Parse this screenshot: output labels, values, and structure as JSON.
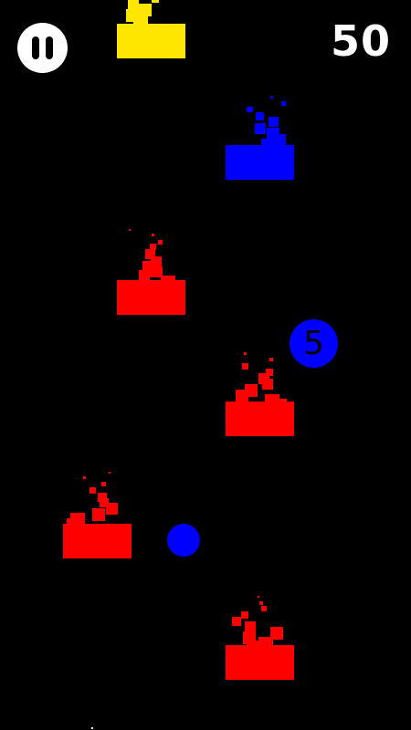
{
  "hud": {
    "score": "50",
    "pause_icon": "pause-icon"
  },
  "colors": {
    "background": "#000000",
    "yellow": "#ffe600",
    "blue": "#0000ff",
    "red": "#ff0000",
    "white": "#ffffff"
  },
  "bonus": {
    "label": "5",
    "color": "#0000ff"
  },
  "ball": {
    "color": "#0000ff"
  },
  "blocks": [
    {
      "name": "yellow-block",
      "color": "#ffe600"
    },
    {
      "name": "blue-block",
      "color": "#0000ff"
    },
    {
      "name": "red-block-1",
      "color": "#ff0000"
    },
    {
      "name": "red-block-2",
      "color": "#ff0000"
    },
    {
      "name": "red-block-3",
      "color": "#ff0000"
    },
    {
      "name": "red-block-4",
      "color": "#ff0000"
    }
  ]
}
